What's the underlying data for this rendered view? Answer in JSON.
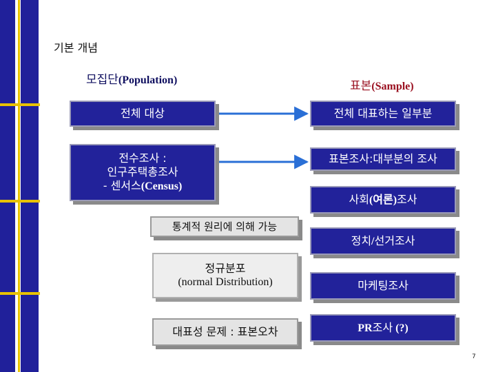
{
  "title": "기본 개념",
  "left_header": {
    "ko": "모집단",
    "en": "(Population)"
  },
  "right_header": {
    "ko": "표본",
    "en": "(Sample)"
  },
  "left_boxes": {
    "whole_target": "전체 대상",
    "census_line1": "전수조사 :",
    "census_line2": "인구주택총조사",
    "census_line3_ko": "- 센서스",
    "census_line3_en": "(Census)",
    "statistical_principle": "통계적 원리에 의해 가능",
    "normal_ko": "정규분포",
    "normal_en": "(normal Distribution)",
    "representativeness": "대표성 문제 : 표본오차"
  },
  "right_boxes": {
    "partial_representing": "전체 대표하는 일부분",
    "sample_survey": "표본조사:대부분의 조사",
    "social_ko": "사회",
    "social_en_paren": "(여론)",
    "social_suffix": "조사",
    "political_ko1": "정치",
    "political_sep": "/",
    "political_ko2": "선거조사",
    "marketing": "마케팅조사",
    "pr_en": "PR",
    "pr_ko": "조사",
    "pr_q": " (?)"
  },
  "page_number": "7",
  "colors": {
    "sidebar": "#20209a",
    "accent_yellow": "#e8c200",
    "box_blue": "#22229a",
    "arrow_blue": "#2a6fd6",
    "right_header": "#9a1020"
  }
}
